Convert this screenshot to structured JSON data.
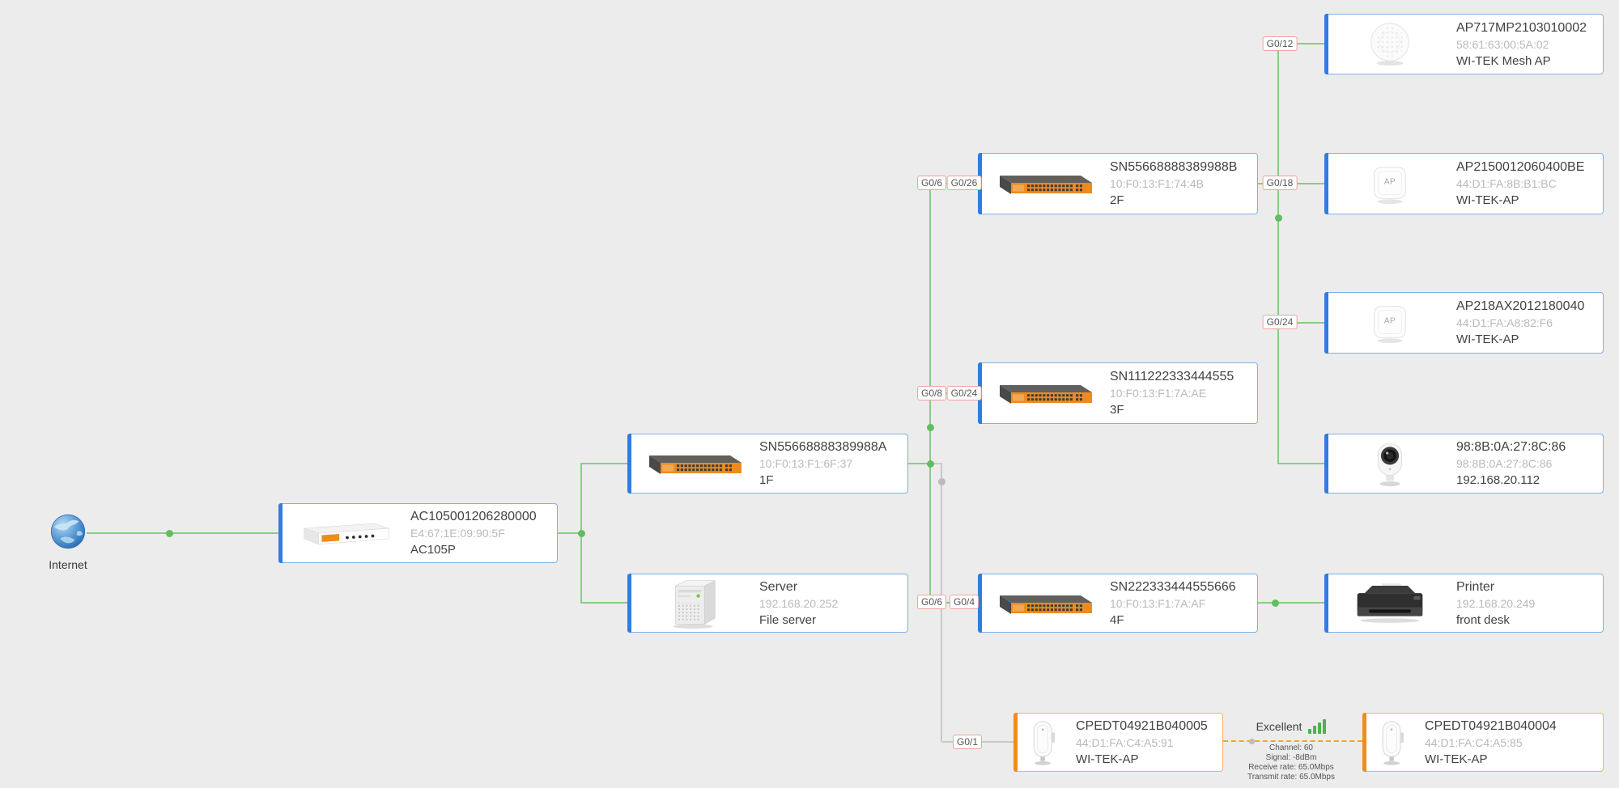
{
  "colors": {
    "background": "#ececec",
    "link_green": "#84cf84",
    "link_gray": "#c9c9c9",
    "wireless_orange": "#f5a623",
    "card_border_blue": "#7fb0ea",
    "card_accent_blue": "#2f7de1",
    "cpe_accent_orange": "#f08c1e",
    "port_label_border": "#f2a0a0",
    "status_dot_green": "#61bd61"
  },
  "internet": {
    "label": "Internet"
  },
  "devices": {
    "ac": {
      "line1": "AC105001206280000",
      "line2": "E4:67:1E:09:90:5F",
      "line3": "AC105P"
    },
    "sw1f": {
      "line1": "SN55668888389988A",
      "line2": "10:F0:13:F1:6F:37",
      "line3": "1F"
    },
    "server": {
      "line1": "Server",
      "line2": "192.168.20.252",
      "line3": "File server"
    },
    "sw2f": {
      "line1": "SN55668888389988B",
      "line2": "10:F0:13:F1:74:4B",
      "line3": "2F"
    },
    "sw3f": {
      "line1": "SN111222333444555",
      "line2": "10:F0:13:F1:7A:AE",
      "line3": "3F"
    },
    "sw4f": {
      "line1": "SN222333444555666",
      "line2": "10:F0:13:F1:7A:AF",
      "line3": "4F"
    },
    "mesh": {
      "line1": "AP717MP2103010002",
      "line2": "58:61:63:00:5A:02",
      "line3": "WI-TEK Mesh AP"
    },
    "ap2150": {
      "line1": "AP2150012060400BE",
      "line2": "44:D1:FA:8B:B1:BC",
      "line3": "WI-TEK-AP"
    },
    "ap218": {
      "line1": "AP218AX2012180040",
      "line2": "44:D1:FA:A8:82:F6",
      "line3": "WI-TEK-AP"
    },
    "camera": {
      "line1": "98:8B:0A:27:8C:86",
      "line2": "98:8B:0A:27:8C:86",
      "line3": "192.168.20.112"
    },
    "printer": {
      "line1": "Printer",
      "line2": "192.168.20.249",
      "line3": "front desk"
    },
    "cpe_left": {
      "line1": "CPEDT04921B040005",
      "line2": "44:D1:FA:C4:A5:91",
      "line3": "WI-TEK-AP"
    },
    "cpe_right": {
      "line1": "CPEDT04921B040004",
      "line2": "44:D1:FA:C4:A5:85",
      "line3": "WI-TEK-AP"
    }
  },
  "ports": {
    "mesh_uplink": "G0/12",
    "sw2f_src": "G0/6",
    "sw2f_dst": "G0/26",
    "ap2150_uplink": "G0/18",
    "ap218_uplink": "G0/24",
    "sw3f_src": "G0/8",
    "sw3f_dst": "G0/24",
    "sw4f_src": "G0/6",
    "sw4f_dst": "G0/4",
    "cpe_uplink": "G0/1"
  },
  "wireless_link": {
    "quality": "Excellent",
    "channel": "Channel: 60",
    "signal": "Signal: -8dBm",
    "receive_rate": "Receive rate: 65.0Mbps",
    "transmit_rate": "Transmit rate: 65.0Mbps"
  },
  "icons": {
    "ap_badge": "AP"
  }
}
